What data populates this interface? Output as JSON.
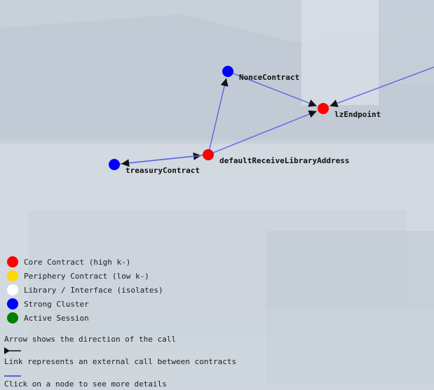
{
  "graph": {
    "nodes": [
      {
        "id": "NonceContract",
        "label": "NonceContract",
        "type": "cluster"
      },
      {
        "id": "lzEndpoint",
        "label": "lzEndpoint",
        "type": "core"
      },
      {
        "id": "defaultReceiveLibraryAddress",
        "label": "defaultReceiveLibraryAddress",
        "type": "core"
      },
      {
        "id": "treasuryContract",
        "label": "treasuryContract",
        "type": "cluster"
      }
    ],
    "edges": [
      {
        "from": "NonceContract",
        "to": "lzEndpoint"
      },
      {
        "from": "defaultReceiveLibraryAddress",
        "to": "NonceContract"
      },
      {
        "from": "defaultReceiveLibraryAddress",
        "to": "lzEndpoint"
      },
      {
        "from": "treasuryContract",
        "to": "defaultReceiveLibraryAddress"
      },
      {
        "from": "defaultReceiveLibraryAddress",
        "to": "treasuryContract"
      },
      {
        "from": "offscreen",
        "to": "lzEndpoint"
      }
    ]
  },
  "legend": [
    {
      "label": "Core Contract (high k-)",
      "color": "#ff0000"
    },
    {
      "label": "Periphery Contract (low k-)",
      "color": "#ffd700"
    },
    {
      "label": "Library / Interface (isolates)",
      "color": "#ffffff"
    },
    {
      "label": "Strong Cluster",
      "color": "#0000ff"
    },
    {
      "label": "Active Session",
      "color": "#008000"
    }
  ],
  "notes": {
    "arrow": "Arrow shows the direction of the call",
    "link": "Link represents an external call between contracts",
    "click": "Click on a node to see more details"
  },
  "colors": {
    "edge": "#5a64e6",
    "core": "#ff0000",
    "cluster": "#0000ff"
  }
}
